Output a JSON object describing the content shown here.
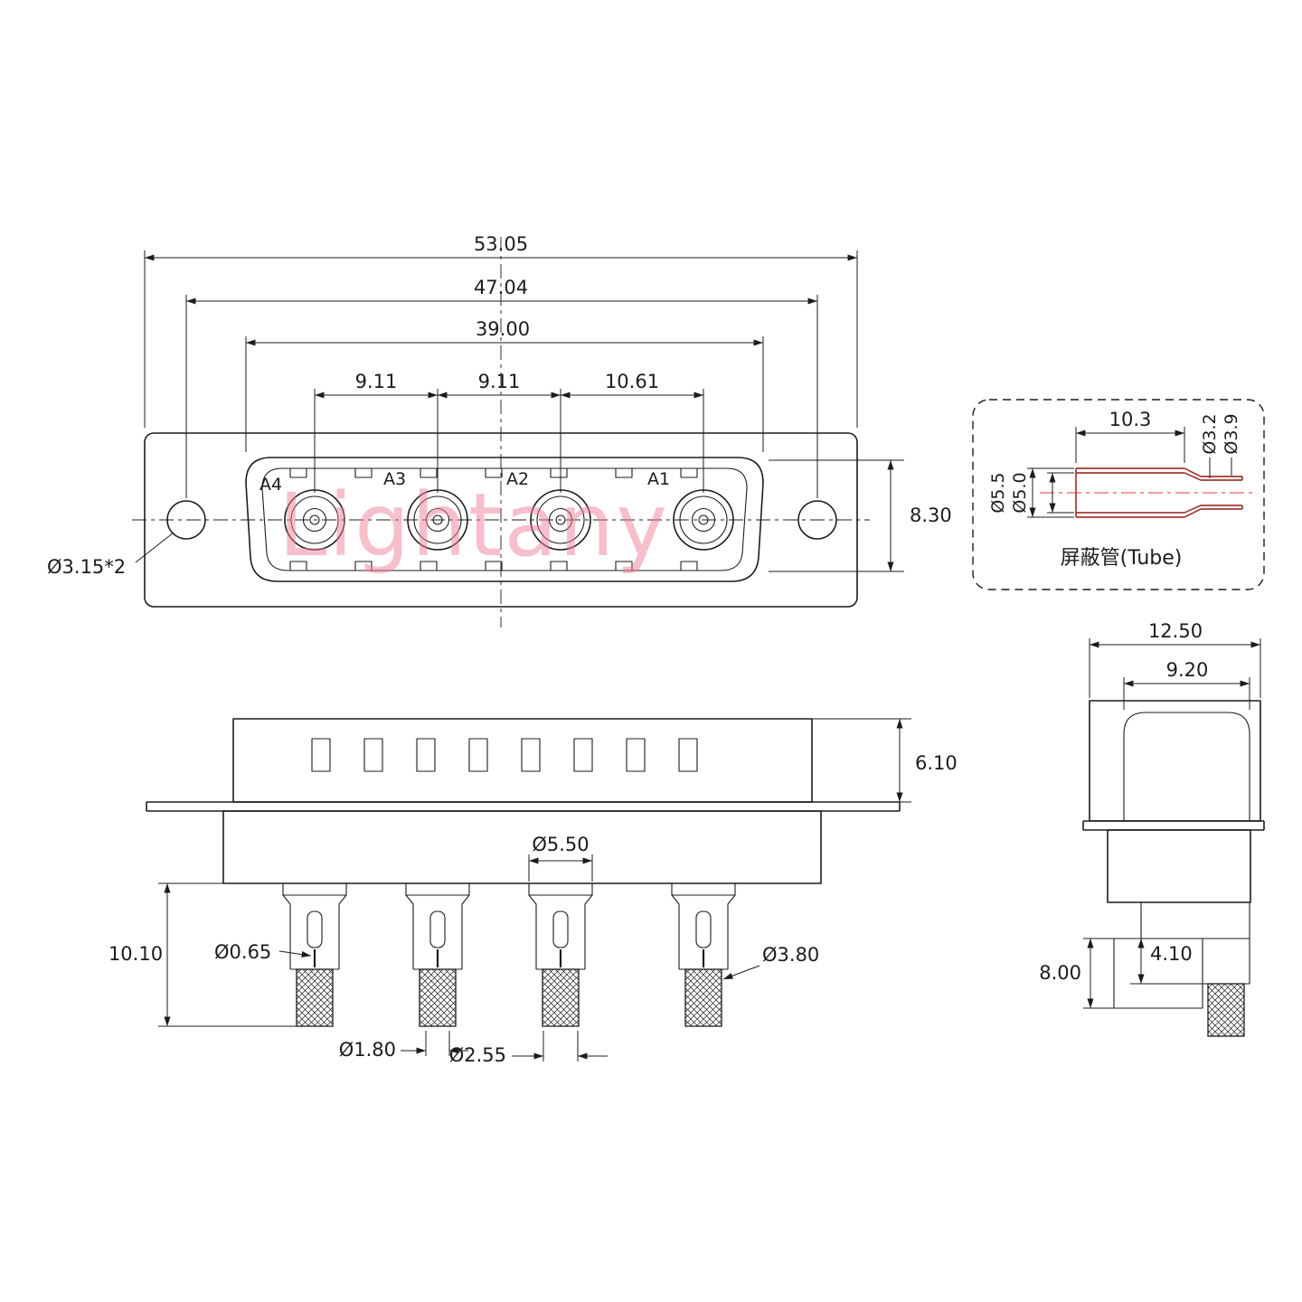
{
  "meta": {
    "watermark": "Lightany"
  },
  "front": {
    "pins": {
      "a4": "A4",
      "a3": "A3",
      "a2": "A2",
      "a1": "A1"
    },
    "dims": {
      "total_width": "53.05",
      "hole_span": "47.04",
      "body_width": "39.00",
      "pitch_a4_a3": "9.11",
      "pitch_a3_a2": "9.11",
      "pitch_a2_a1": "10.61",
      "body_height": "8.30",
      "mount_hole": "Ø3.15*2"
    }
  },
  "tube": {
    "title": "屏蔽管(Tube)",
    "dims": {
      "length": "10.3",
      "small_id": "Ø3.2",
      "small_od": "Ø3.9",
      "large_od": "Ø5.5",
      "large_id": "Ø5.0"
    }
  },
  "side": {
    "dims": {
      "shell_height": "6.10",
      "tail_od": "Ø5.50",
      "tail_length": "10.10",
      "pin_d": "Ø0.65",
      "crimp_od": "Ø3.80",
      "wire_d": "Ø1.80",
      "crimp_id": "Ø2.55"
    }
  },
  "right": {
    "dims": {
      "overall_width": "12.50",
      "shell_width": "9.20",
      "elbow_height": "8.00",
      "leg_height": "4.10"
    }
  }
}
